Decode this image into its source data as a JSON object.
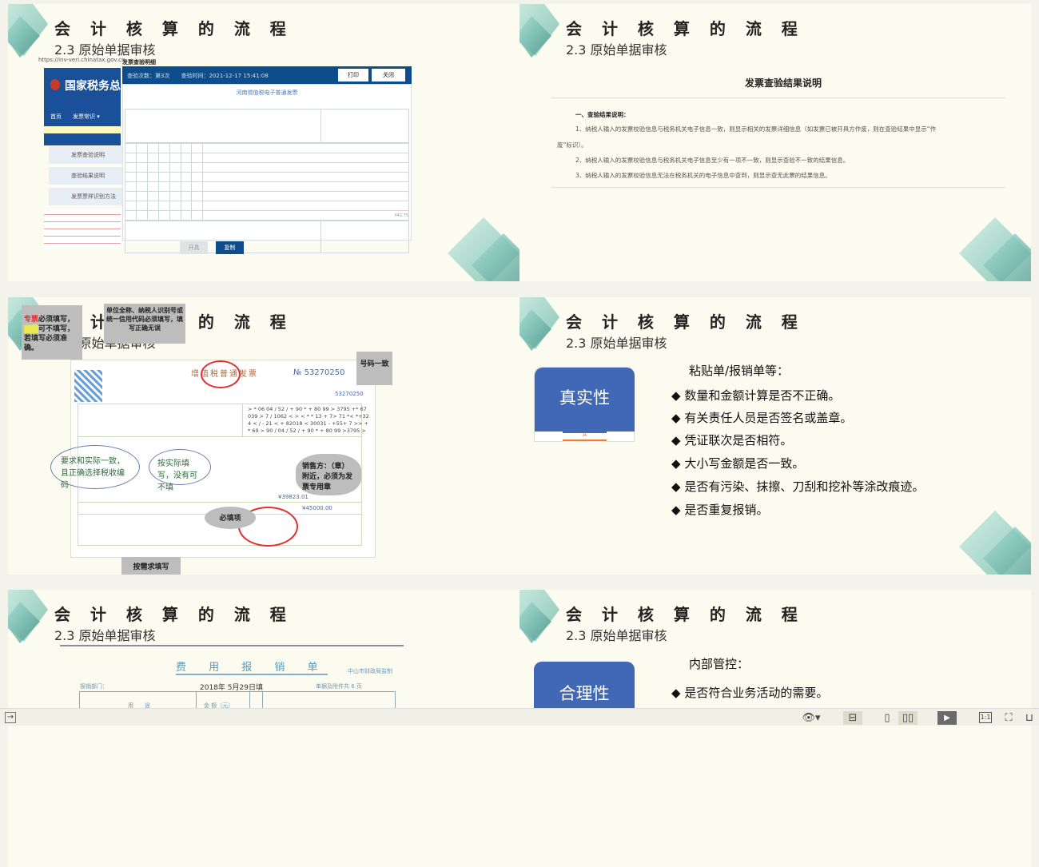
{
  "slide_common": {
    "title": "会 计 核 算 的 流 程",
    "subtitle": "2.3  原始单据审核"
  },
  "slide1": {
    "url": "https://inv-veri.chinatax.gov.cn",
    "dialog_title": "发票查验明细",
    "header_info": "查验次数：第3次　　查验时间：2021-12-17 15:41:08",
    "print_btn": "打印",
    "close_btn": "关闭",
    "invoice_name": "河南增值税电子普通发票",
    "site_name": "国家税务总",
    "nav": [
      "首页",
      "发票常识 ▾"
    ],
    "menu": [
      "发票查验说明",
      "查验结果说明",
      "发票票样识别方法"
    ],
    "bottom_btns": [
      "开具",
      "复制"
    ],
    "total": "¥42.75"
  },
  "slide2": {
    "heading": "发票查验结果说明",
    "section": "一、查验结果说明：",
    "lines": [
      "1、纳税人输入的发票校验信息与税务机关电子信息一致，则显示相关的发票详细信息（如发票已被开具方作废，则在查验结果中显示“作",
      "废”标识）。",
      "2、纳税人输入的发票校验信息与税务机关电子信息至少有一项不一致，则显示查验不一致的结果信息。",
      "3、纳税人输入的发票校验信息无法在税务机关的电子信息中查到，则显示查无此票的结果信息。"
    ]
  },
  "slide3": {
    "callout_ticket_a": "专票",
    "callout_ticket_b": "必须填写，",
    "callout_ticket_c": "普票",
    "callout_ticket_d": "可不填写，若填写必须准确。",
    "callout_unit": "单位全称、纳税人识别号或统一信用代码必须填写，填写正确无误",
    "callout_number": "号码一致",
    "invoice_title": "增值税普通发票",
    "invoice_no": "№ 53270250",
    "invoice_no2": "53270250",
    "bubble_tax": "要求和实际一致，且正确选择税收编码",
    "bubble_actual": "按实际填写，没有可不填",
    "callout_seller": "销售方：（章）附近，必须为发票专用章",
    "callout_required": "必填项",
    "callout_need": "按需求填写",
    "total_small": "¥39823.01",
    "total_big": "¥45000.00",
    "code_lines": [
      "> * 06 04 / 52 / + 90 * + 80 99 > 3795 +* 67",
      "039 > 7 / 1062 < > < * * 13 + 7> 71 *< *+32",
      "4 < / - 21 < + 82018 < 30031 - +55+ 7 >> +",
      "* 69 > 90 / 04 / 52 / + 90 * + 80 99 >3795 >"
    ]
  },
  "slide4": {
    "box_label": "真实性",
    "box_sub": "A",
    "intro": "粘贴单/报销单等：",
    "bullets": [
      "数量和金额计算是否不正确。",
      "有关责任人员是否签名或盖章。",
      "凭证联次是否相符。",
      "大小写金额是否一致。",
      "是否有污染、抹擦、刀刮和挖补等涂改痕迹。",
      "是否重复报销。"
    ]
  },
  "slide5": {
    "form_title": "费 用 报 销 单",
    "dept_label": "报销部门：",
    "date": "2018年 5月29日填",
    "attach": "单据及附件共 6 页",
    "issuer": "中山市财政局监制",
    "col_use": "用　　途",
    "col_amount": "金 额（元）"
  },
  "slide6": {
    "box_label": "合理性",
    "intro": "内部管控：",
    "bullets": [
      "是否符合业务活动的需要。"
    ]
  },
  "status_bar": {
    "icons": [
      "exit-icon",
      "eye-icon",
      "fit-page-icon",
      "single-page-icon",
      "two-page-icon",
      "slideshow-icon",
      "actual-size-icon",
      "fit-window-icon",
      "fit-width-icon"
    ],
    "actual_size": "1:1"
  },
  "colors": {
    "slide_bg": "#fbfbef",
    "box_blue": "#4068b4",
    "dialog_blue": "#0d4d8c",
    "teal": "#5ab5a5"
  }
}
